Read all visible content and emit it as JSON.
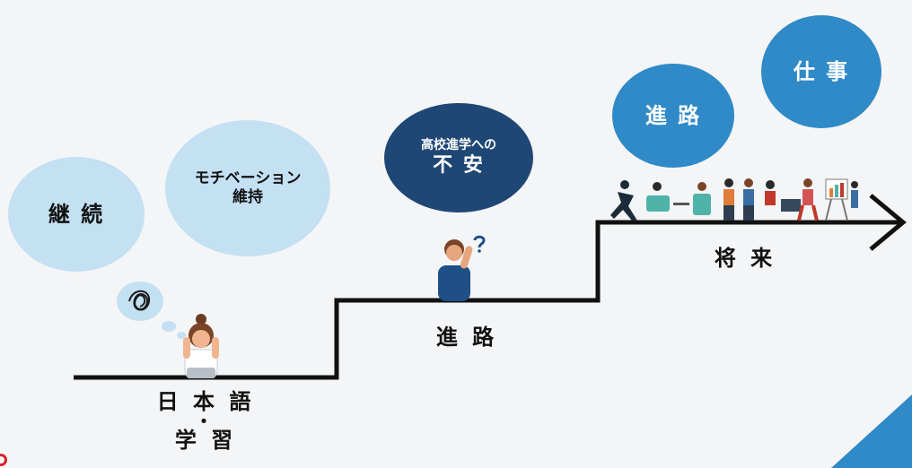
{
  "bubbles": {
    "keizoku": "継 続",
    "motivation_line1": "モチベーション",
    "motivation_line2": "維持",
    "anxiety_line1": "高校進学への",
    "anxiety_line2": "不 安",
    "shinro": "進 路",
    "shigoto": "仕 事"
  },
  "steps": {
    "step1_line1": "日 本 語",
    "step1_dot": "・",
    "step1_line2": "学 習",
    "step2": "進 路",
    "step3": "将 来"
  },
  "colors": {
    "background": "#f4f5f7",
    "bubble_light": "#c4e0f3",
    "bubble_dark": "#1f4775",
    "bubble_mid": "#2f8ac7",
    "stair_line": "#111111",
    "accent_red": "#d9222a"
  },
  "icons": {
    "stressed_student": "stressed-student-icon",
    "tangled_thought": "tangled-thought-icon",
    "confused_student": "confused-student-icon",
    "question_mark": "question-mark-icon",
    "workplace_people": "workplace-people-icon",
    "arrow": "arrow-right-icon"
  }
}
